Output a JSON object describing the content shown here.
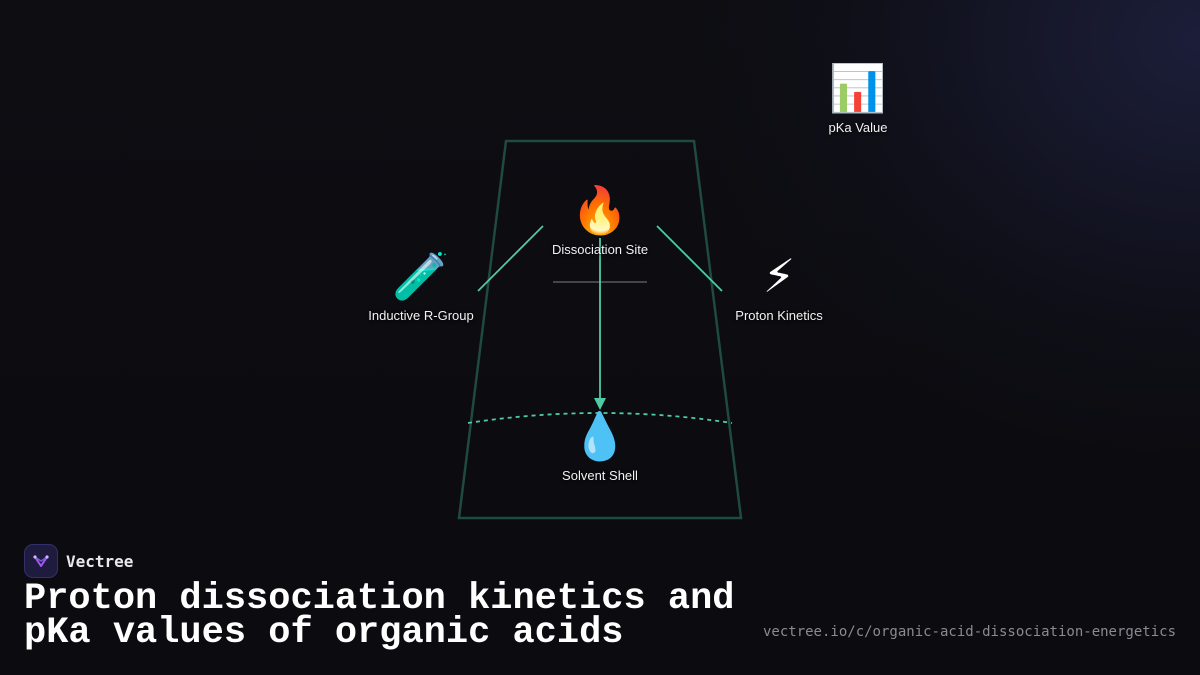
{
  "diagram": {
    "nodes": {
      "pka_value": {
        "icon": "📊",
        "icon_name": "bar-chart-icon",
        "label": "pKa Value"
      },
      "dissociation_site": {
        "icon": "🔥",
        "icon_name": "fire-icon",
        "label": "Dissociation Site"
      },
      "inductive_r_group": {
        "icon": "🧪",
        "icon_name": "test-tube-icon",
        "label": "Inductive R-Group"
      },
      "proton_kinetics": {
        "icon": "⚡",
        "icon_name": "lightning-icon",
        "label": "Proton Kinetics"
      },
      "solvent_shell": {
        "icon": "💧",
        "icon_name": "droplet-icon",
        "label": "Solvent Shell"
      }
    },
    "colors": {
      "flask_outline": "#1f4a3e",
      "connector": "#4ecba6",
      "divider": "#44444c"
    }
  },
  "footer": {
    "brand": "Vectree",
    "title_line1": "Proton dissociation kinetics and",
    "title_line2": "pKa values of organic acids",
    "url": "vectree.io/c/organic-acid-dissociation-energetics"
  },
  "colors": {
    "background": "#0d0d12",
    "brand_logo_bg": "#1e1b3f",
    "brand_logo_accent": "#a855f7"
  }
}
